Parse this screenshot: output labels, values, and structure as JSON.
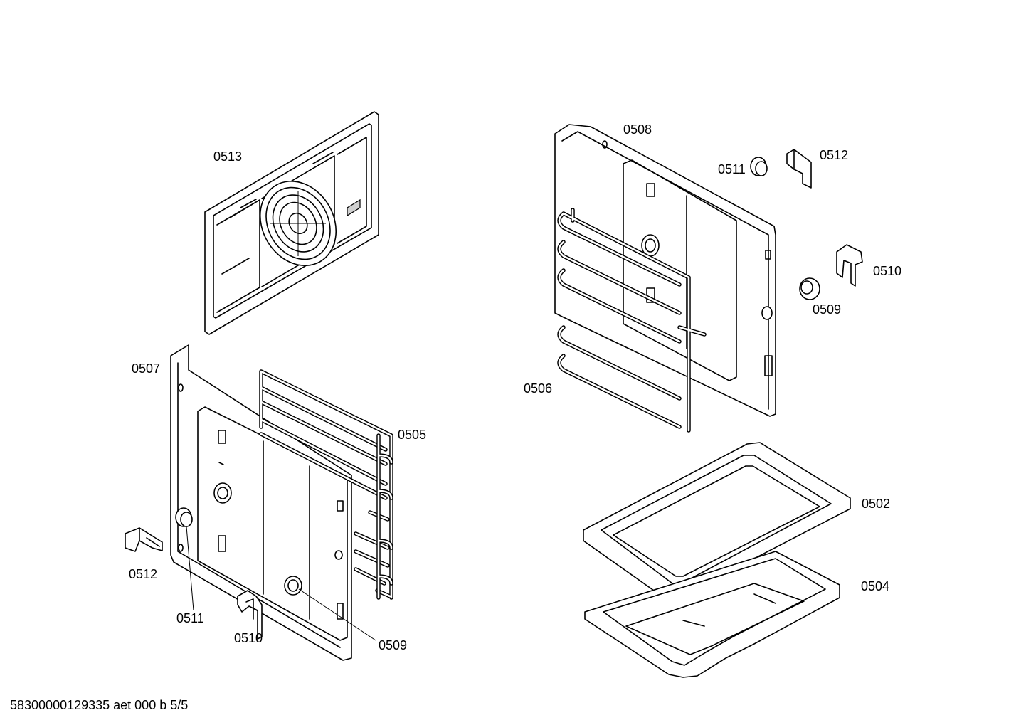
{
  "parts": {
    "p0513": "0513",
    "p0507": "0507",
    "p0505": "0505",
    "p0512_left": "0512",
    "p0511_left": "0511",
    "p0510_left": "0510",
    "p0509_left": "0509",
    "p0508": "0508",
    "p0511_right": "0511",
    "p0512_right": "0512",
    "p0510_right": "0510",
    "p0509_right": "0509",
    "p0506": "0506",
    "p0502": "0502",
    "p0504": "0504"
  },
  "footer": "58300000129335 aet 000 b 5/5"
}
